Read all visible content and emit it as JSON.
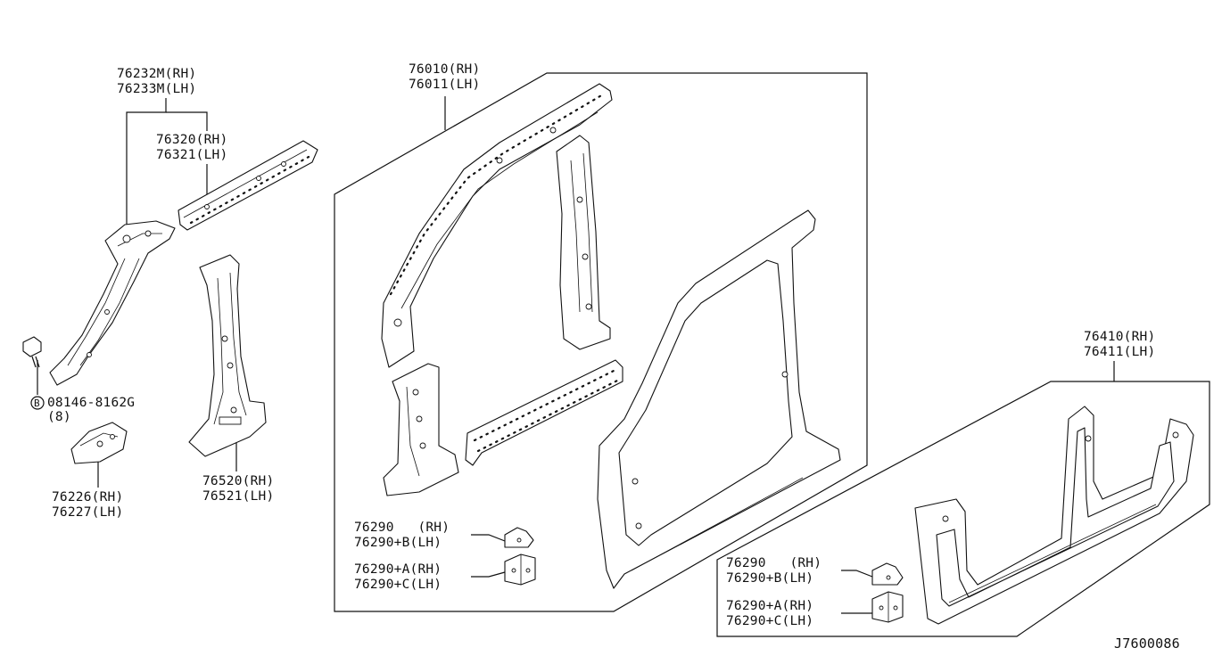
{
  "labels": {
    "a_rh": "76232M(RH)",
    "a_lh": "76233M(LH)",
    "b_rh": "76320(RH)",
    "b_lh": "76321(LH)",
    "bolt": "08146-8162G",
    "bolt_qty": "(8)",
    "bolt_marker": "B",
    "c_rh": "76226(RH)",
    "c_lh": "76227(LH)",
    "d_rh": "76520(RH)",
    "d_lh": "76521(LH)",
    "e_rh": "76010(RH)",
    "e_lh": "76011(LH)",
    "f_rh": "76410(RH)",
    "f_lh": "76411(LH)",
    "g1_l1": "76290   (RH)",
    "g1_l2": "76290+B(LH)",
    "g1_l3": "76290+A(RH)",
    "g1_l4": "76290+C(LH)",
    "g2_l1": "76290   (RH)",
    "g2_l2": "76290+B(LH)",
    "g2_l3": "76290+A(RH)",
    "g2_l4": "76290+C(LH)",
    "ref_code": "J7600086"
  }
}
